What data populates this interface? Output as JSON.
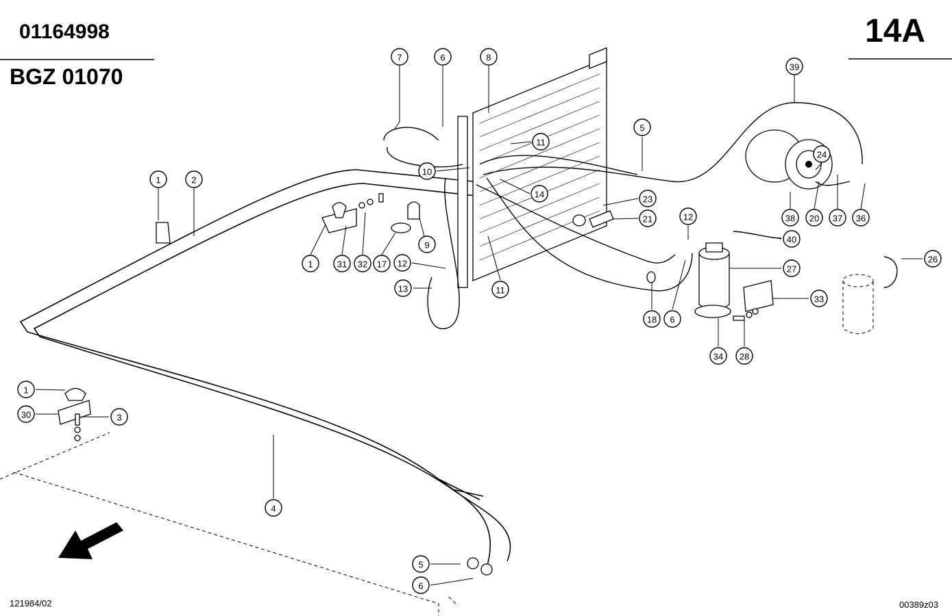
{
  "header": {
    "part_number": "01164998",
    "group_code": "BGZ 01070",
    "section": "14A"
  },
  "footer": {
    "left_ref": "121984/02",
    "right_ref": "00389z03"
  },
  "callouts": [
    {
      "label": "7"
    },
    {
      "label": "6"
    },
    {
      "label": "8"
    },
    {
      "label": "39"
    },
    {
      "label": "11"
    },
    {
      "label": "5"
    },
    {
      "label": "10"
    },
    {
      "label": "24"
    },
    {
      "label": "14"
    },
    {
      "label": "1"
    },
    {
      "label": "2"
    },
    {
      "label": "23"
    },
    {
      "label": "38"
    },
    {
      "label": "20"
    },
    {
      "label": "37"
    },
    {
      "label": "36"
    },
    {
      "label": "21"
    },
    {
      "label": "12"
    },
    {
      "label": "9"
    },
    {
      "label": "40"
    },
    {
      "label": "1"
    },
    {
      "label": "31"
    },
    {
      "label": "32"
    },
    {
      "label": "17"
    },
    {
      "label": "12"
    },
    {
      "label": "27"
    },
    {
      "label": "26"
    },
    {
      "label": "13"
    },
    {
      "label": "11"
    },
    {
      "label": "33"
    },
    {
      "label": "18"
    },
    {
      "label": "6"
    },
    {
      "label": "34"
    },
    {
      "label": "28"
    },
    {
      "label": "1"
    },
    {
      "label": "30"
    },
    {
      "label": "3"
    },
    {
      "label": "4"
    },
    {
      "label": "5"
    },
    {
      "label": "6"
    }
  ]
}
